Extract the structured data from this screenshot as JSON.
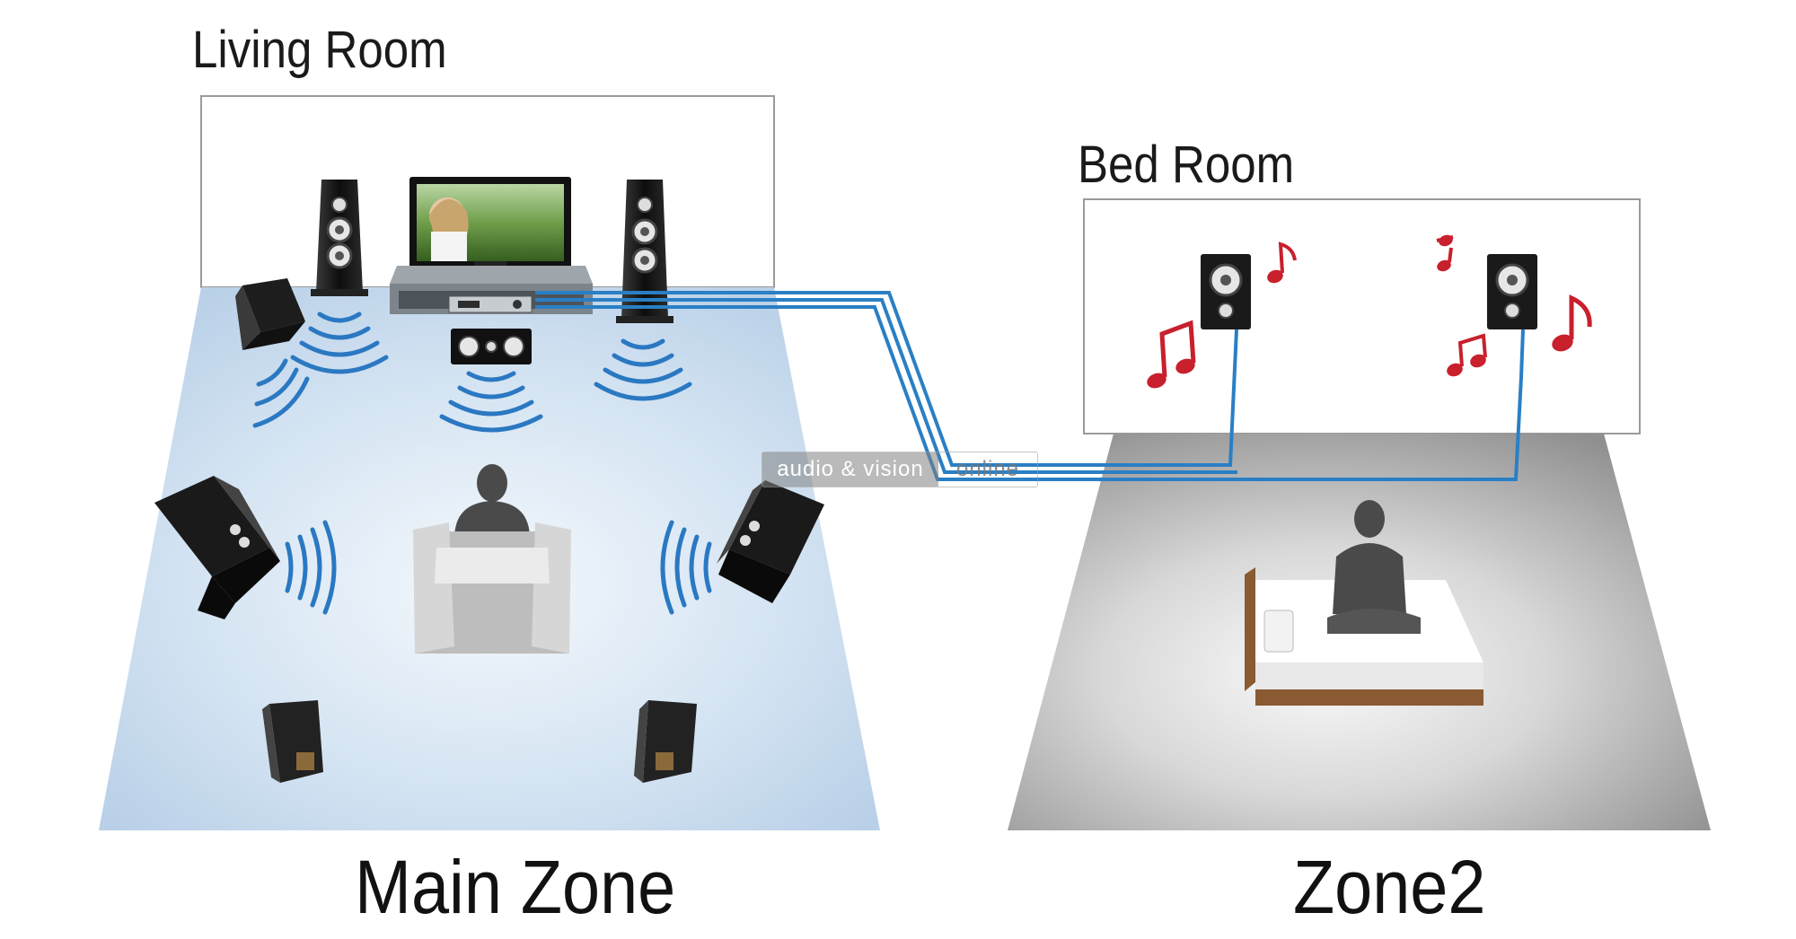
{
  "labels": {
    "living_room": "Living Room",
    "bed_room": "Bed Room",
    "main_zone": "Main Zone",
    "zone2": "Zone2"
  },
  "watermark": {
    "left": "audio & vision",
    "right": "online"
  },
  "colors": {
    "main_floor": "#c8dcef",
    "zone2_floor": "#9a9a9a",
    "wire": "#2a7fc4",
    "sound_waves": "#2b78c2",
    "music_notes": "#c8202c",
    "speaker": "#1a1a1a"
  },
  "icons": [
    "tower-speaker-icon",
    "subwoofer-icon",
    "tv-icon",
    "av-receiver-icon",
    "center-speaker-icon",
    "surround-speaker-icon",
    "bookshelf-speaker-icon",
    "armchair-listener-icon",
    "bed-listener-icon",
    "music-note-icon",
    "sound-wave-icon"
  ]
}
